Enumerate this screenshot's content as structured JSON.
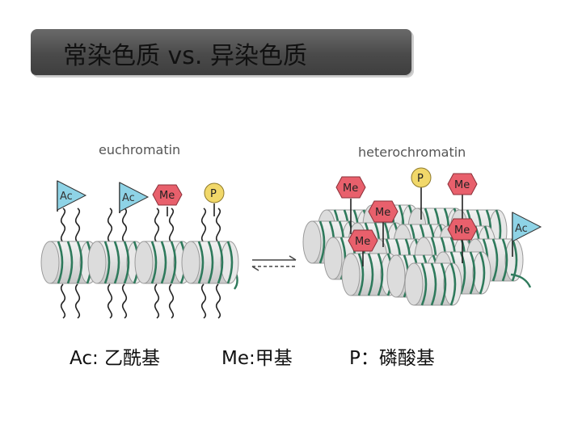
{
  "title": "常染色质 vs. 异染色质",
  "diagram": {
    "euchromatin_label": "euchromatin",
    "heterochromatin_label": "heterochromatin",
    "marks": {
      "ac": "Ac",
      "me": "Me",
      "p": "P"
    },
    "colors": {
      "ac_flag": "#8ed3e6",
      "me_hex": "#e8606c",
      "p_circle": "#f1d86a",
      "nucleosome": "#e3e3e3",
      "dna": "#2f7a5c"
    }
  },
  "legend": {
    "ac": "Ac: 乙酰基",
    "me": "Me:甲基",
    "p": "P：磷酸基"
  }
}
